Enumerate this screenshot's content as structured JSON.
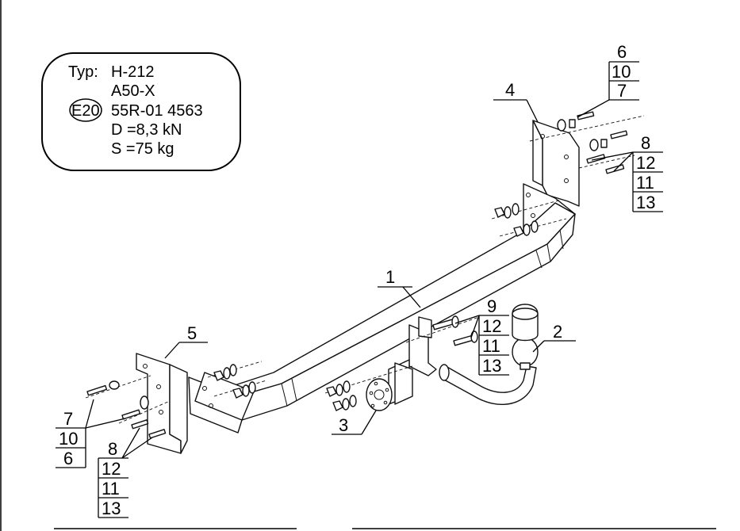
{
  "info_box": {
    "typ_label": "Typ:",
    "typ_value": "H-212",
    "line2": "A50-X",
    "approval_mark": "E20",
    "approval_number": "55R-01 4563",
    "d_value": "D =8,3 kN",
    "s_value": "S =75 kg"
  },
  "parts": {
    "p1": "1",
    "p2": "2",
    "p3": "3",
    "p4": "4",
    "p5": "5"
  },
  "stacks": {
    "top_right_a": [
      "6",
      "10",
      "7"
    ],
    "top_right_b": [
      "8",
      "12",
      "11",
      "13"
    ],
    "middle": [
      "9",
      "12",
      "11",
      "13"
    ],
    "left_a": [
      "7",
      "10",
      "6"
    ],
    "left_b": [
      "8",
      "12",
      "11",
      "13"
    ]
  }
}
